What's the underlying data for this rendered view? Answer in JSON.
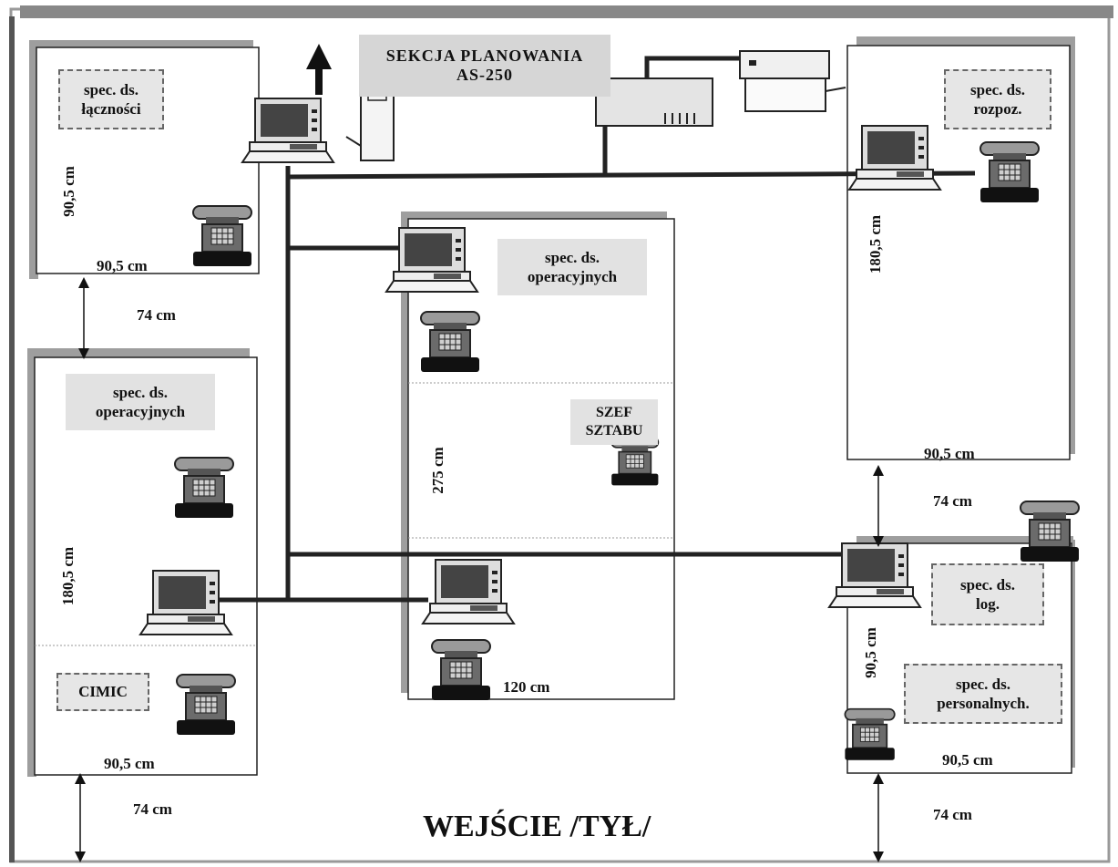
{
  "title": "WEJŚCIE /TYŁ/",
  "section_header": {
    "line1": "SEKCJA PLANOWANIA",
    "line2": "AS-250"
  },
  "labels": {
    "spec_lacznosci": "spec. ds.\nłączności",
    "spec_rozpoz": "spec. ds.\nrozpoz.",
    "spec_operacyjnych_center": "spec. ds.\noperacyjnych",
    "spec_operacyjnych_left": "spec. ds.\noperacyjnych",
    "szef_sztabu": "SZEF\nSZTABU",
    "cimic": "CIMIC",
    "spec_log": "spec. ds.\nlog.",
    "spec_personalnych": "spec. ds.\npersonalnych."
  },
  "dimensions": {
    "tl_vertical": "90,5 cm",
    "tl_horizontal": "90,5 cm",
    "tl_gap": "74 cm",
    "left_vertical": "180,5 cm",
    "left_horizontal": "90,5 cm",
    "left_gap": "74 cm",
    "center_vertical": "275 cm",
    "center_horizontal": "120 cm",
    "tr_vertical": "180,5 cm",
    "tr_horizontal": "90,5 cm",
    "tr_gap": "74 cm",
    "br_vertical": "90,5 cm",
    "br_horizontal": "90,5 cm",
    "br_gap": "74 cm"
  }
}
